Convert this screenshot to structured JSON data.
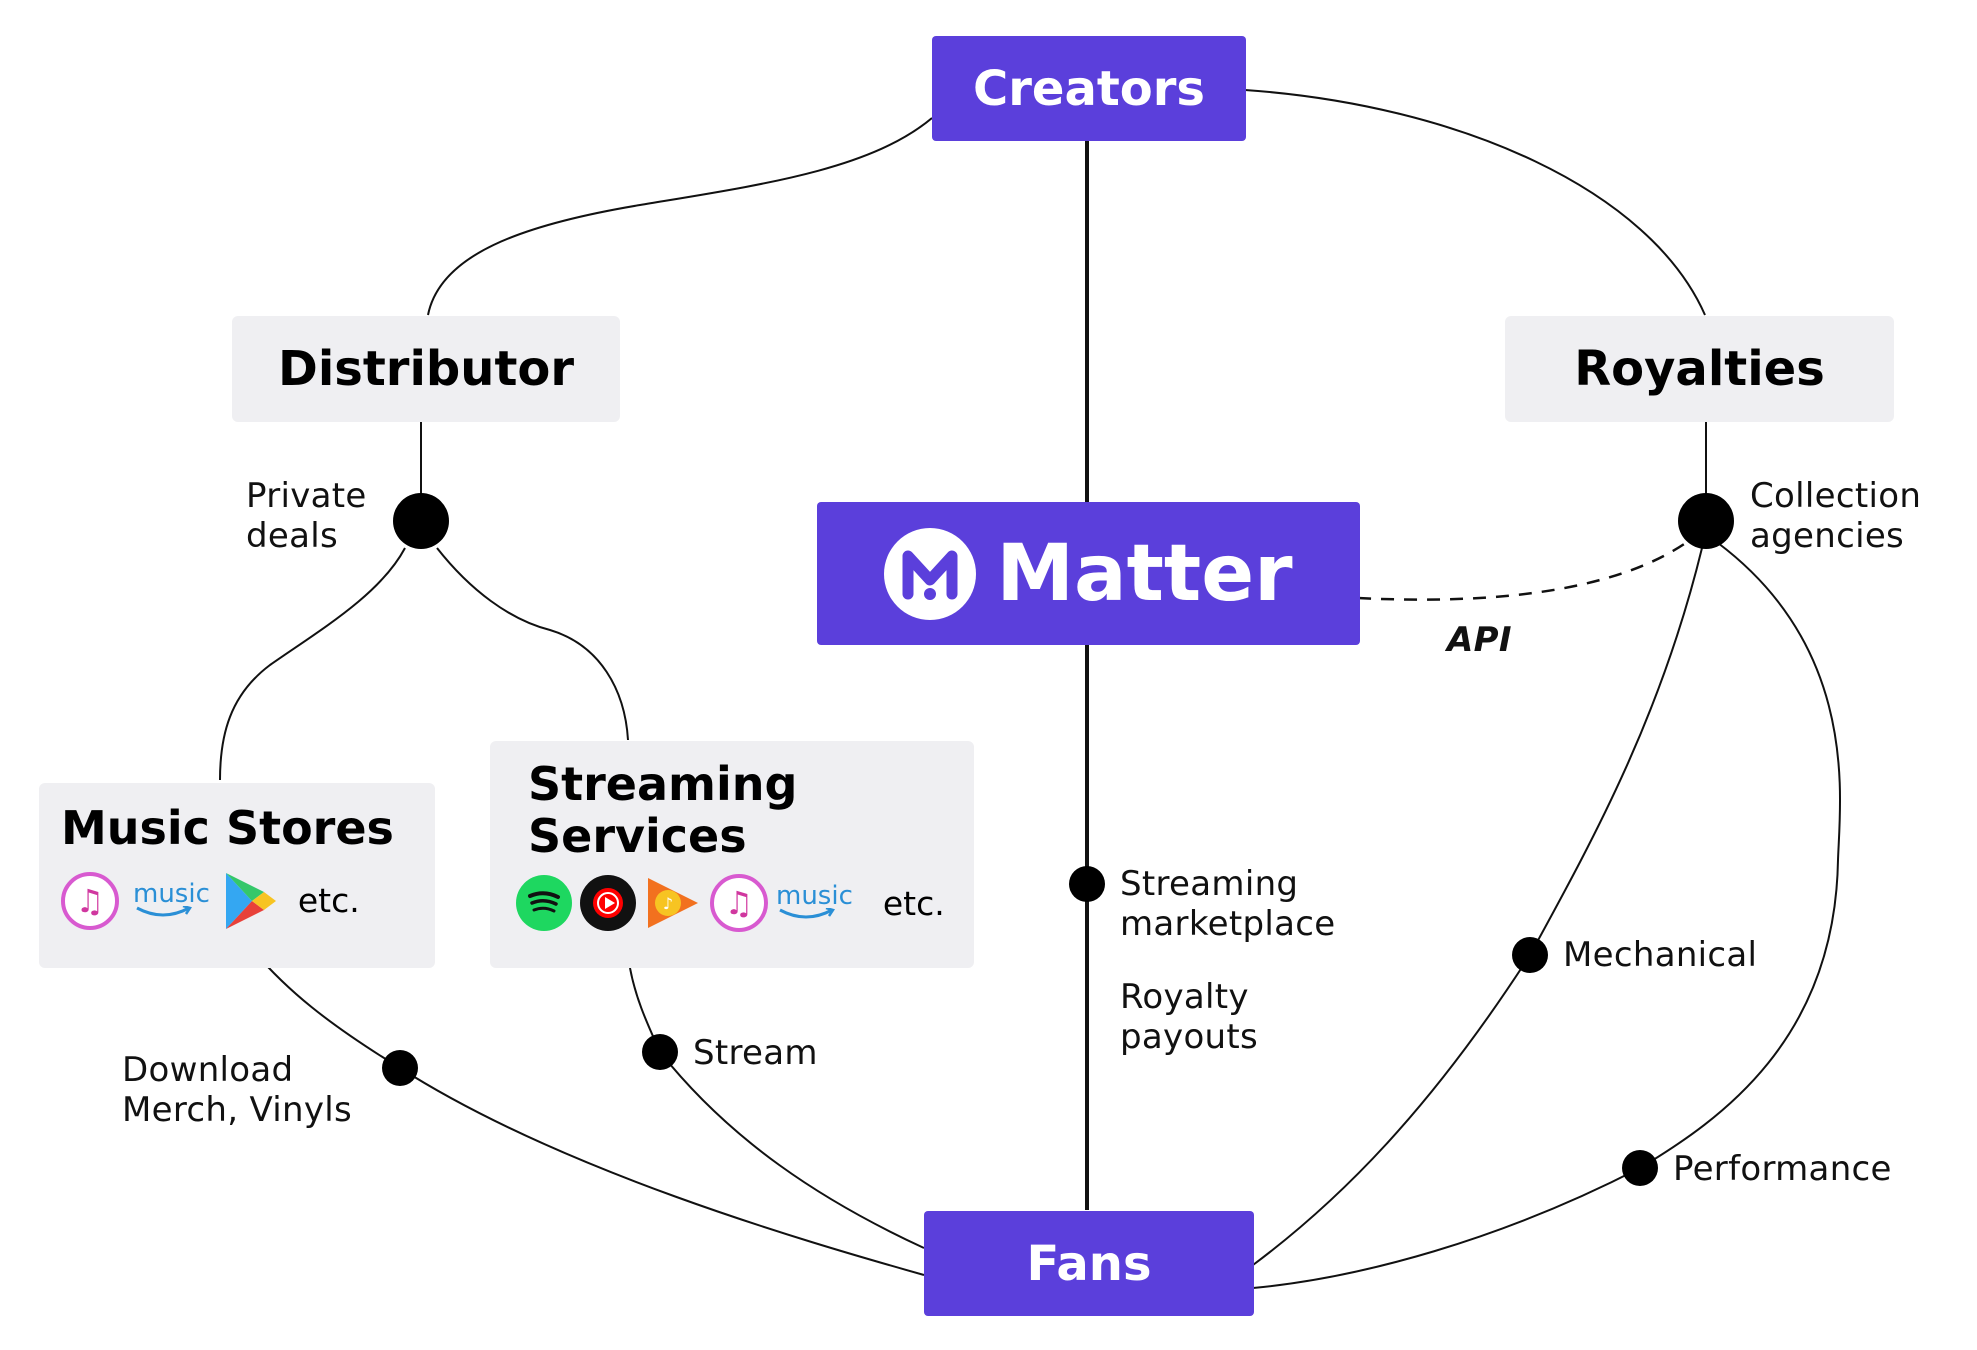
{
  "nodes": {
    "creators": "Creators",
    "distributor": "Distributor",
    "royalties": "Royalties",
    "matter": "Matter",
    "fans": "Fans",
    "music_stores": "Music Stores",
    "streaming_line1": "Streaming",
    "streaming_line2": "Services"
  },
  "labels": {
    "private_deals_1": "Private",
    "private_deals_2": "deals",
    "collection_1": "Collection",
    "collection_2": "agencies",
    "api": "API",
    "streaming_marketplace_1": "Streaming",
    "streaming_marketplace_2": "marketplace",
    "royalty_payouts_1": "Royalty",
    "royalty_payouts_2": "payouts",
    "mechanical": "Mechanical",
    "performance": "Performance",
    "download_1": "Download",
    "download_2": "Merch, Vinyls",
    "stream": "Stream",
    "etc": "etc."
  },
  "icons": {
    "music_stores": [
      "itunes-icon",
      "amazon-music-icon",
      "google-play-icon"
    ],
    "streaming_services": [
      "spotify-icon",
      "youtube-music-icon",
      "google-play-music-icon",
      "itunes-icon",
      "amazon-music-icon"
    ],
    "amazon_music_text": "music"
  },
  "colors": {
    "accent": "#5b3fdb",
    "box_grey": "#efeff2",
    "spotify": "#1ed760",
    "youtube": "#ff0000",
    "amazon": "#2a8fd6"
  }
}
